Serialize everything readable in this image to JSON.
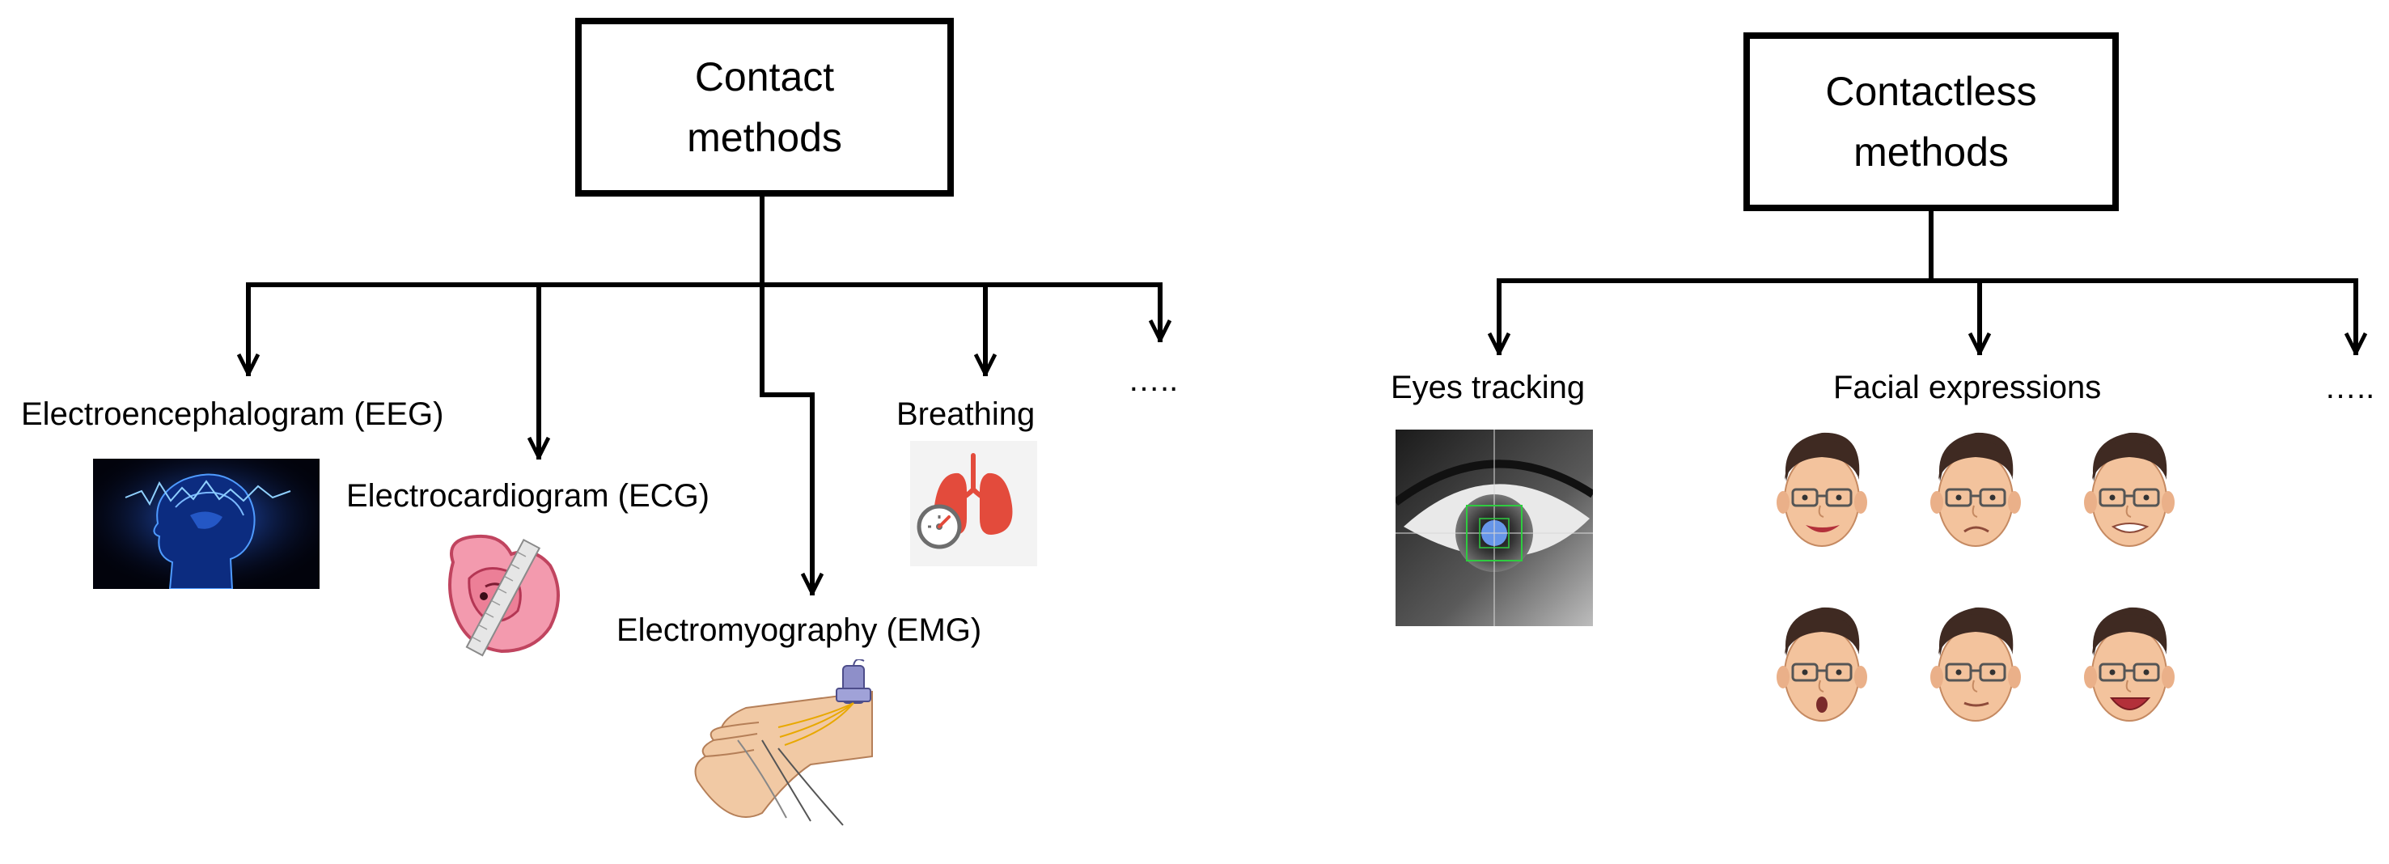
{
  "contact": {
    "title_line1": "Contact",
    "title_line2": "methods",
    "items": {
      "eeg": "Electroencephalogram (EEG)",
      "ecg": "Electrocardiogram (ECG)",
      "emg": "Electromyography (EMG)",
      "breathing": "Breathing",
      "more": "….."
    }
  },
  "contactless": {
    "title_line1": "Contactless",
    "title_line2": "methods",
    "items": {
      "eyes": "Eyes tracking",
      "facial": "Facial expressions",
      "more": "….."
    }
  }
}
